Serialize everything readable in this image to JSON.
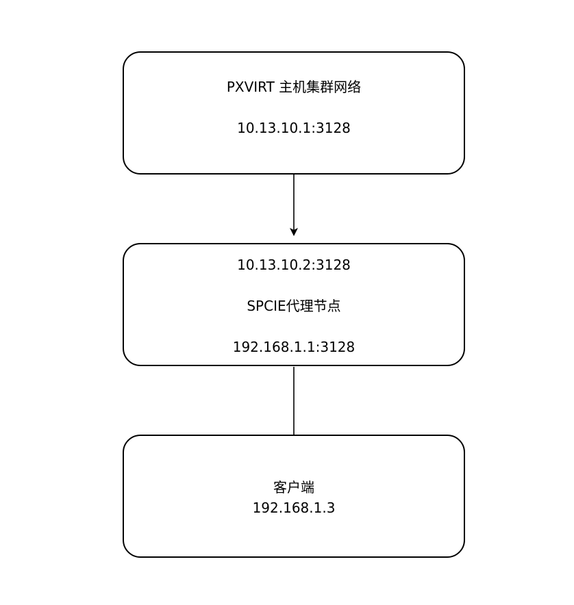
{
  "nodes": {
    "host_cluster": {
      "title": "PXVIRT 主机集群网络",
      "address": "10.13.10.1:3128"
    },
    "proxy_node": {
      "address_top": "10.13.10.2:3128",
      "title": "SPCIE代理节点",
      "address_bottom": "192.168.1.1:3128"
    },
    "client": {
      "title": "客户端",
      "address": "192.168.1.3"
    }
  },
  "edges": [
    {
      "from": "host_cluster",
      "to": "proxy_node",
      "style": "arrow"
    },
    {
      "from": "proxy_node",
      "to": "client",
      "style": "line"
    }
  ],
  "colors": {
    "stroke": "#000000",
    "fill": "#ffffff",
    "text": "#000000"
  }
}
